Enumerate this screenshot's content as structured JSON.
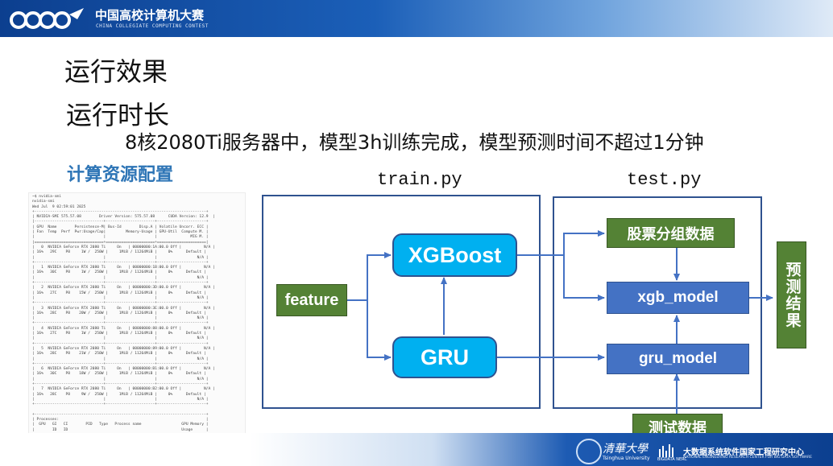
{
  "header": {
    "org_cn": "中国高校计算机大赛",
    "org_en": "CHINA COLLEGIATE COMPUTING CONTEST"
  },
  "slide": {
    "title": "运行效果",
    "section1": "运行时长",
    "runtime_text": "8核2080Ti服务器中，模型3h训练完成，模型预测时间不超过1分钟",
    "section2": "计算资源配置"
  },
  "terminal": {
    "lines": [
      "~$ nvidia-smi                 ",
      "nvidia-smi",
      "Wed Jul  9 02:59:01 2025",
      "+-----------------------------------------------------------------------------+",
      "| NVIDIA-SMI 575.57.08        Driver Version: 575.57.08      CUDA Version: 12.9  |",
      "|-------------------------------+----------------------+----------------------+",
      "| GPU  Name        Persistence-M| Bus-Id        Disp.A | Volatile Uncorr. ECC |",
      "| Fan  Temp  Perf  Pwr:Usage/Cap|         Memory-Usage | GPU-Util  Compute M. |",
      "|                               |                      |               MIG M. |",
      "|===============================+======================+======================|",
      "|   0  NVIDIA GeForce RTX 2080 Ti     On   | 00000000:1A:00.0 Off |          N/A |",
      "| 16%   29C    P8     1W /  250W |     1MiB / 11264MiB |     0%      Default |",
      "|                               |                      |                  N/A |",
      "+-------------------------------+----------------------+----------------------+",
      "|   1  NVIDIA GeForce RTX 2080 Ti     On   | 00000000:1B:00.0 Off |          N/A |",
      "| 16%   30C    P8     1W /  250W |     1MiB / 11264MiB |     0%      Default |",
      "|                               |                      |                  N/A |",
      "+-------------------------------+----------------------+----------------------+",
      "|   2  NVIDIA GeForce RTX 2080 Ti     On   | 00000000:3D:00.0 Off |          N/A |",
      "| 16%   27C    P8    15W /  250W |     1MiB / 11264MiB |     0%      Default |",
      "|                               |                      |                  N/A |",
      "+-------------------------------+----------------------+----------------------+",
      "|   3  NVIDIA GeForce RTX 2080 Ti     On   | 00000000:3E:00.0 Off |          N/A |",
      "| 16%   28C    P8    20W /  250W |     1MiB / 11264MiB |     0%      Default |",
      "|                               |                      |                  N/A |",
      "+-------------------------------+----------------------+----------------------+",
      "|   4  NVIDIA GeForce RTX 2080 Ti     On   | 00000000:88:00.0 Off |          N/A |",
      "| 16%   27C    P8     1W /  250W |     1MiB / 11264MiB |     0%      Default |",
      "|                               |                      |                  N/A |",
      "+-------------------------------+----------------------+----------------------+",
      "|   5  NVIDIA GeForce RTX 2080 Ti     On   | 00000000:89:00.0 Off |          N/A |",
      "| 16%   28C    P8    21W /  250W |     1MiB / 11264MiB |     0%      Default |",
      "|                               |                      |                  N/A |",
      "+-------------------------------+----------------------+----------------------+",
      "|   6  NVIDIA GeForce RTX 2080 Ti     On   | 00000000:B1:00.0 Off |          N/A |",
      "| 16%   30C    P8    18W /  250W |     1MiB / 11264MiB |     0%      Default |",
      "|                               |                      |                  N/A |",
      "+-------------------------------+----------------------+----------------------+",
      "|   7  NVIDIA GeForce RTX 2080 Ti     On   | 00000000:B2:00.0 Off |          N/A |",
      "| 16%   28C    P8     9W /  250W |     1MiB / 11264MiB |     0%      Default |",
      "|                               |                      |                  N/A |",
      "+-------------------------------+----------------------+----------------------+",
      "",
      "+-----------------------------------------------------------------------------+",
      "| Processes:                                                                  |",
      "|  GPU   GI   CI        PID   Type   Process name                  GPU Memory |",
      "|        ID   ID                                                   Usage      |"
    ]
  },
  "diagram": {
    "train_label": "train.py",
    "test_label": "test.py",
    "nodes": {
      "feature": "feature",
      "xgboost": "XGBoost",
      "gru": "GRU",
      "stock_group": "股票分组数据",
      "xgb_model": "xgb_model",
      "gru_model": "gru_model",
      "test_data": "测试数据",
      "prediction": "预测结果"
    },
    "colors": {
      "green": "#548235",
      "cyan": "#00b0f0",
      "blue": "#4472c4",
      "arrow": "#4472c4",
      "panel_border": "#2f528f"
    }
  },
  "footer": {
    "tsinghua_cn": "清華大學",
    "tsinghua_en": "Tsinghua University",
    "nerc_abbr": "BIGDATA NERC",
    "nerc_cn": "大数据系统软件国家工程研究中心",
    "nerc_en": "NATIONAL ENGINEERING RESEARCH CENTER FOR BIG DATA SOFTWARE"
  }
}
